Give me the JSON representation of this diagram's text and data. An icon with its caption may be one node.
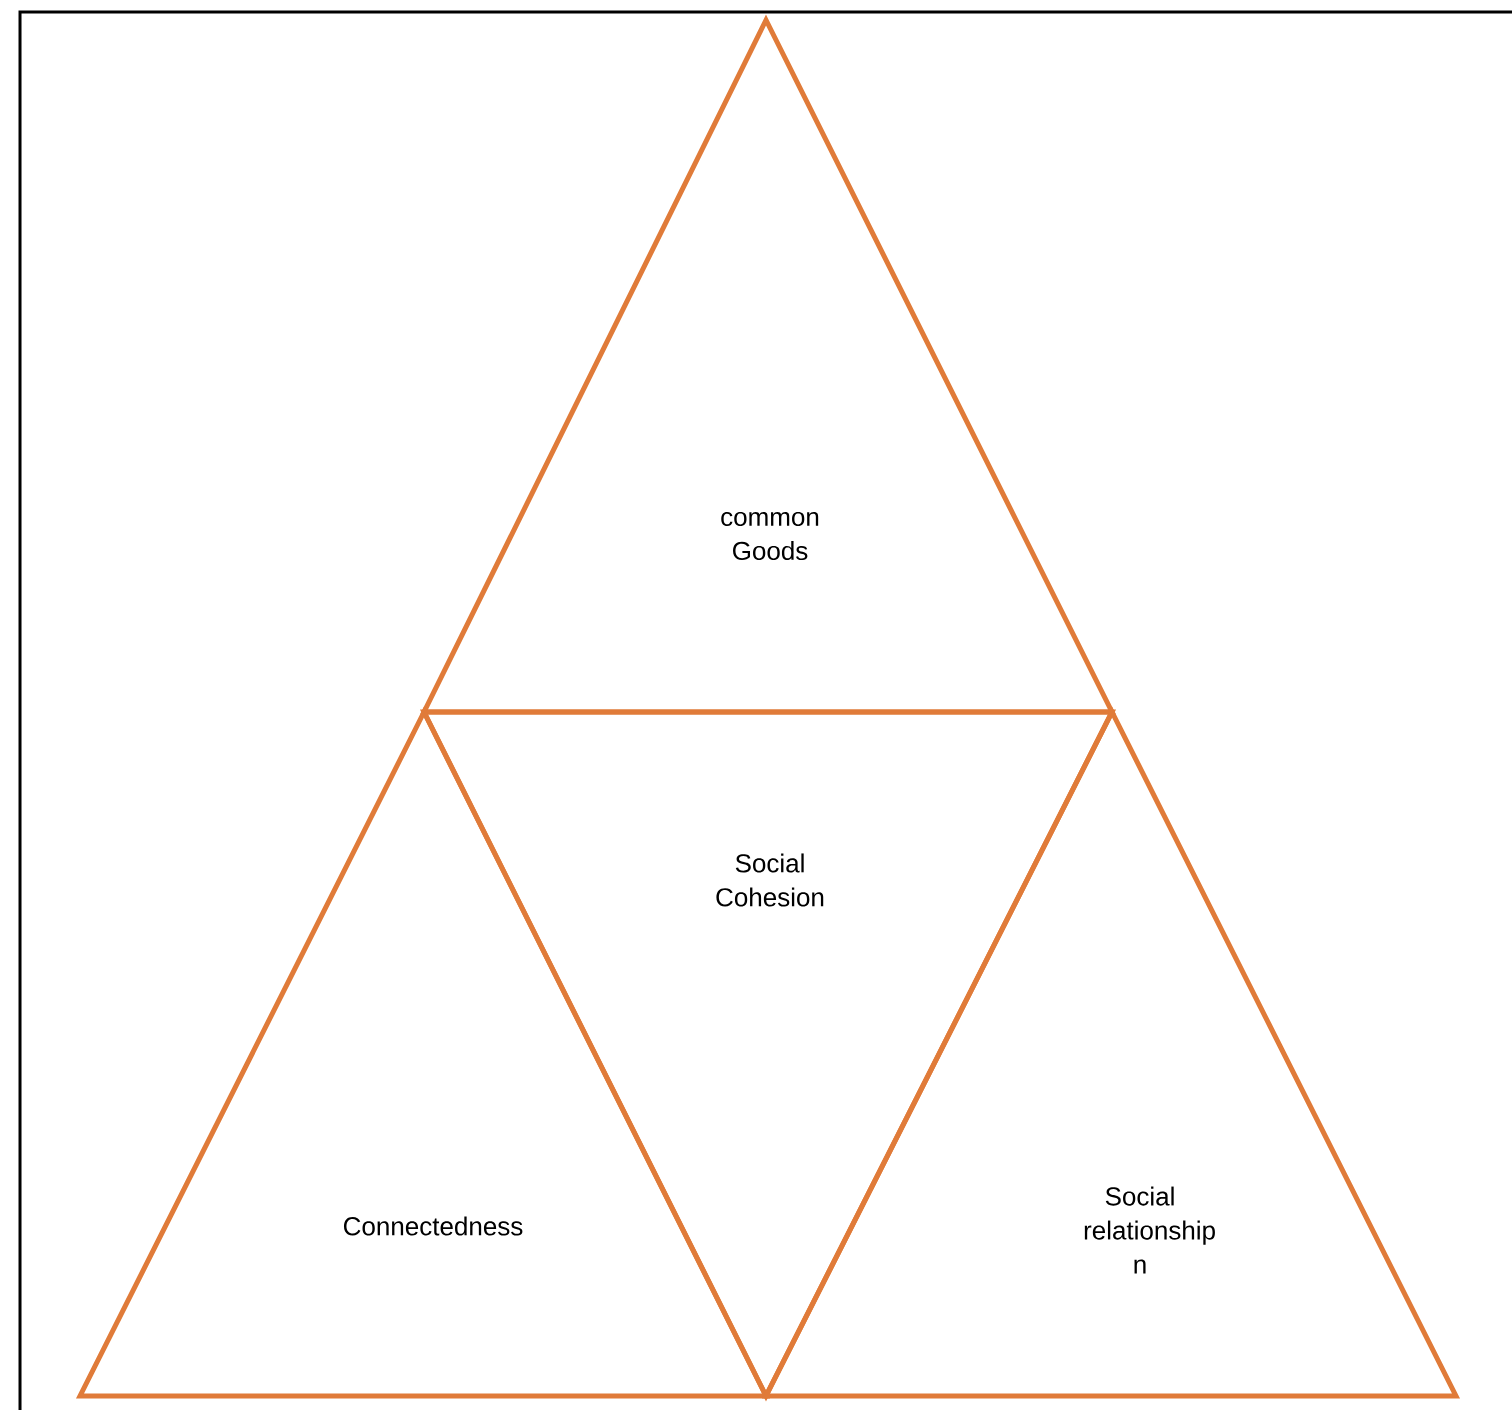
{
  "diagram": {
    "nodes": [
      {
        "text": [
          "common Goods"
        ]
      },
      {
        "text": [
          "Social Cohesion"
        ]
      },
      {
        "text": [
          "Connectedness"
        ]
      },
      {
        "text": [
          "Social relationship n"
        ]
      }
    ]
  }
}
